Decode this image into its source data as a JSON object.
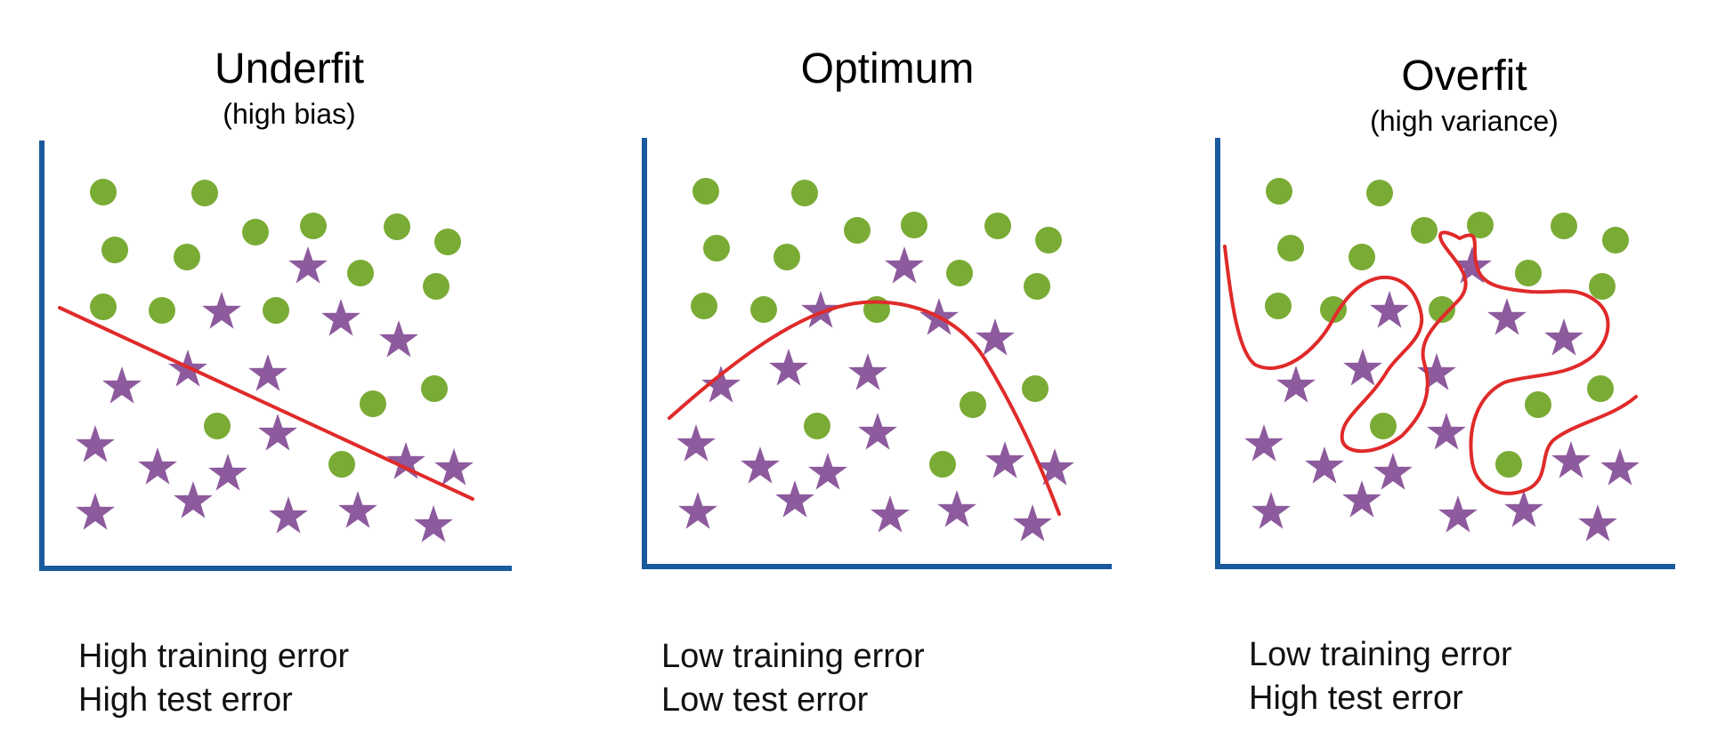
{
  "colors": {
    "axis": "#1a5a9e",
    "circle": "#7aab35",
    "star": "#8d5a9d",
    "boundary": "#e02a2a",
    "text": "#111111"
  },
  "icons": {
    "circle": "green-circle-marker",
    "star": "purple-star-marker"
  },
  "panels": [
    {
      "title": "Underfit",
      "subtitle": "(high bias)",
      "caption_line1": "High training error",
      "caption_line2": "High test error"
    },
    {
      "title": "Optimum",
      "subtitle": "",
      "caption_line1": "Low training error",
      "caption_line2": "Low test error"
    },
    {
      "title": "Overfit",
      "subtitle": "(high variance)",
      "caption_line1": "Low training error",
      "caption_line2": "High test error"
    }
  ]
}
